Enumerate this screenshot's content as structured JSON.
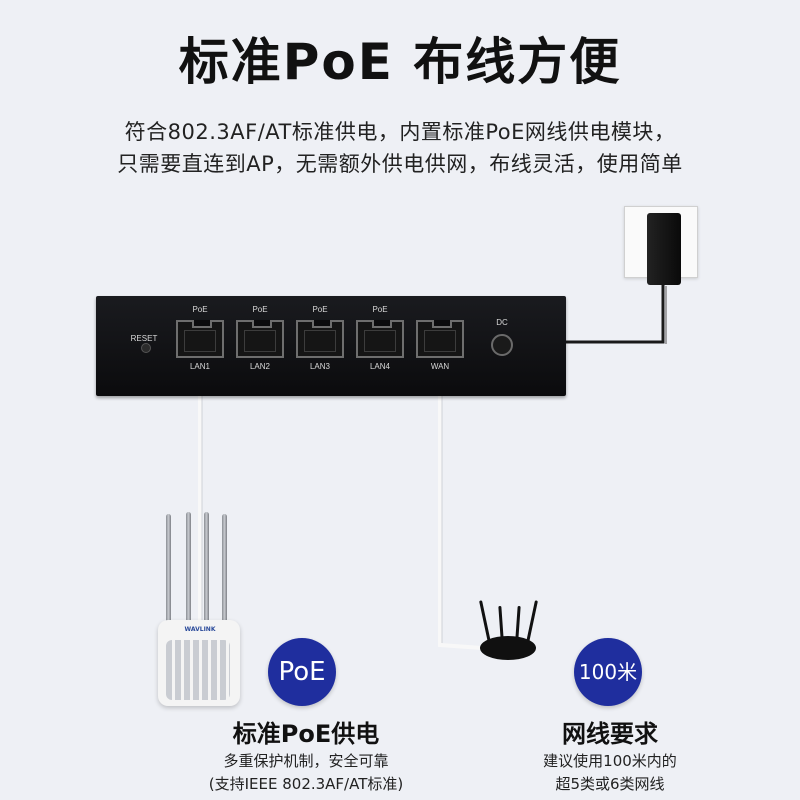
{
  "header": {
    "title": "标准PoE 布线方便",
    "subtitle_line1": "符合802.3AF/AT标准供电，内置标准PoE网线供电模块，",
    "subtitle_line2": "只需要直连到AP，无需额外供电供网，布线灵活，使用简单"
  },
  "switch": {
    "reset_label": "RESET",
    "dc_label": "DC",
    "ports": [
      {
        "top_label": "PoE",
        "bottom_label": "LAN1"
      },
      {
        "top_label": "PoE",
        "bottom_label": "LAN2"
      },
      {
        "top_label": "PoE",
        "bottom_label": "LAN3"
      },
      {
        "top_label": "PoE",
        "bottom_label": "LAN4"
      },
      {
        "top_label": "",
        "bottom_label": "WAN"
      }
    ]
  },
  "ap": {
    "brand": "WAVLINK"
  },
  "features": {
    "poe": {
      "badge": "PoE",
      "title": "标准PoE供电",
      "line1": "多重保护机制，安全可靠",
      "line2": "(支持IEEE 802.3AF/AT标准)"
    },
    "cable": {
      "badge": "100米",
      "title": "网线要求",
      "line1": "建议使用100米内的",
      "line2": "超5类或6类网线"
    }
  },
  "colors": {
    "background": "#eef0f5",
    "badge": "#1f2e9e",
    "switch_body": "#111216"
  }
}
